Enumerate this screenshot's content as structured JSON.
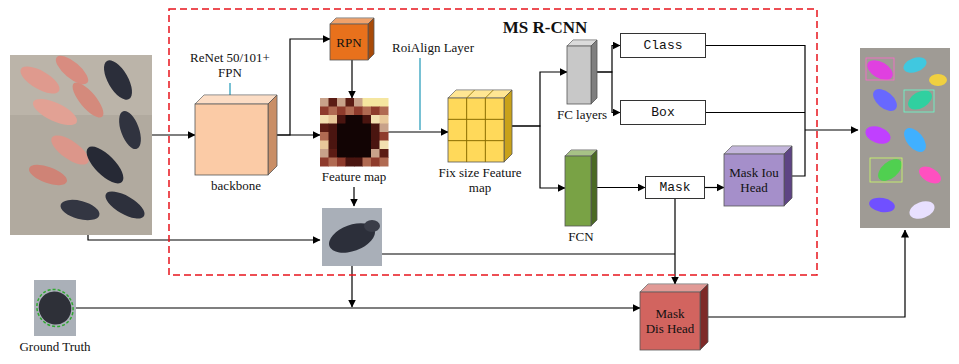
{
  "diagram": {
    "nodes": [
      {
        "text": [
          "MS R-CNN"
        ]
      },
      {
        "text": [
          "backbone"
        ],
        "in": 0
      },
      {
        "text": [
          "RPN"
        ],
        "in": 0
      },
      {
        "text": [
          "Feature map"
        ],
        "in": 0
      },
      {
        "text": [
          "Fix size Feature map"
        ],
        "in": 0
      },
      {
        "text": [
          "FC layers"
        ],
        "in": 0
      },
      {
        "text": [
          "Class"
        ],
        "in": 0
      },
      {
        "text": [
          "Box"
        ],
        "in": 0
      },
      {
        "text": [
          "FCN"
        ],
        "in": 0
      },
      {
        "text": [
          "Mask"
        ],
        "in": 0
      },
      {
        "text": [
          "Mask Iou Head"
        ],
        "in": 0
      },
      {
        "text": [
          "Ground Truth"
        ]
      },
      {
        "text": [
          "Mask Dis Head"
        ]
      }
    ],
    "edges": [
      {
        "from": 1,
        "to": 2,
        "arrow": "to"
      },
      {
        "from": 1,
        "to": 3,
        "arrow": "to"
      },
      {
        "from": 2,
        "to": 3,
        "arrow": "to"
      },
      {
        "from": 3,
        "to": 4,
        "arrow": "to"
      },
      {
        "from": 4,
        "to": 5,
        "arrow": "to"
      },
      {
        "from": 4,
        "to": 8,
        "arrow": "to"
      },
      {
        "from": 5,
        "to": 6,
        "arrow": "to"
      },
      {
        "from": 5,
        "to": 7,
        "arrow": "to"
      },
      {
        "from": 8,
        "to": 9,
        "arrow": "to"
      },
      {
        "from": 9,
        "to": 10,
        "arrow": "to"
      },
      {
        "from": 9,
        "to": 12,
        "arrow": "to"
      },
      {
        "from": 11,
        "to": 12,
        "arrow": "to"
      }
    ],
    "labels": [
      "ReNet 50/101+ FPN",
      "RoiAlign Layer"
    ]
  }
}
